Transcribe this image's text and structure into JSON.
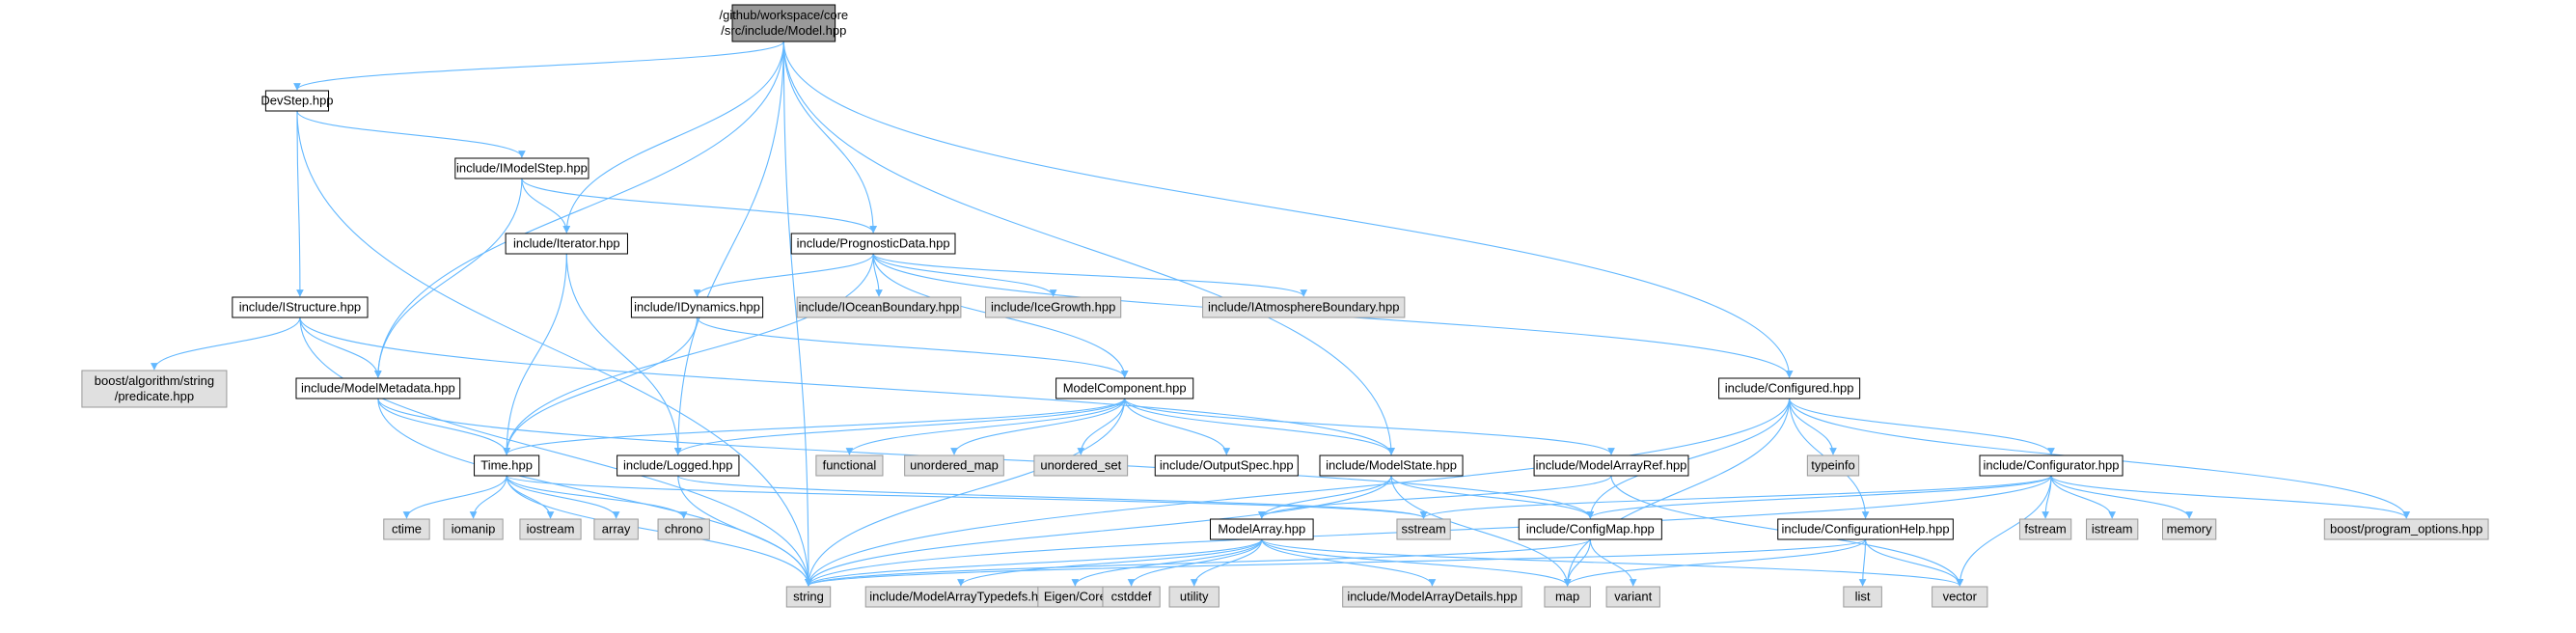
{
  "colors": {
    "edge": "#63b8ff",
    "root_fill": "#999999",
    "internal_fill": "#ffffff",
    "external_fill": "#e0e0e0",
    "internal_stroke": "#000000",
    "external_stroke": "#999999"
  },
  "nodes": [
    {
      "id": "model",
      "lines": [
        "/github/workspace/core",
        "/src/include/Model.hpp"
      ],
      "kind": "root"
    },
    {
      "id": "devstep",
      "lines": [
        "DevStep.hpp"
      ],
      "kind": "internal"
    },
    {
      "id": "imodelstep",
      "lines": [
        "include/IModelStep.hpp"
      ],
      "kind": "internal"
    },
    {
      "id": "iterator",
      "lines": [
        "include/Iterator.hpp"
      ],
      "kind": "internal"
    },
    {
      "id": "prognostic",
      "lines": [
        "include/PrognosticData.hpp"
      ],
      "kind": "internal"
    },
    {
      "id": "istructure",
      "lines": [
        "include/IStructure.hpp"
      ],
      "kind": "internal"
    },
    {
      "id": "boostalgo",
      "lines": [
        "boost/algorithm/string",
        "/predicate.hpp"
      ],
      "kind": "external"
    },
    {
      "id": "modelmetadata",
      "lines": [
        "include/ModelMetadata.hpp"
      ],
      "kind": "internal"
    },
    {
      "id": "idynamics",
      "lines": [
        "include/IDynamics.hpp"
      ],
      "kind": "internal"
    },
    {
      "id": "ioceanboundary",
      "lines": [
        "include/IOceanBoundary.hpp"
      ],
      "kind": "external"
    },
    {
      "id": "icegrowth",
      "lines": [
        "include/IceGrowth.hpp"
      ],
      "kind": "external"
    },
    {
      "id": "iatmosphere",
      "lines": [
        "include/IAtmosphereBoundary.hpp"
      ],
      "kind": "external"
    },
    {
      "id": "configured",
      "lines": [
        "include/Configured.hpp"
      ],
      "kind": "internal"
    },
    {
      "id": "modelcomponent",
      "lines": [
        "ModelComponent.hpp"
      ],
      "kind": "internal"
    },
    {
      "id": "time",
      "lines": [
        "Time.hpp"
      ],
      "kind": "internal"
    },
    {
      "id": "logged",
      "lines": [
        "include/Logged.hpp"
      ],
      "kind": "internal"
    },
    {
      "id": "functional",
      "lines": [
        "functional"
      ],
      "kind": "external"
    },
    {
      "id": "unordered_map",
      "lines": [
        "unordered_map"
      ],
      "kind": "external"
    },
    {
      "id": "unordered_set",
      "lines": [
        "unordered_set"
      ],
      "kind": "external"
    },
    {
      "id": "outputspec",
      "lines": [
        "include/OutputSpec.hpp"
      ],
      "kind": "internal"
    },
    {
      "id": "modelstate",
      "lines": [
        "include/ModelState.hpp"
      ],
      "kind": "internal"
    },
    {
      "id": "modelarrayref",
      "lines": [
        "include/ModelArrayRef.hpp"
      ],
      "kind": "internal"
    },
    {
      "id": "typeinfo",
      "lines": [
        "typeinfo"
      ],
      "kind": "external"
    },
    {
      "id": "configurator",
      "lines": [
        "include/Configurator.hpp"
      ],
      "kind": "internal"
    },
    {
      "id": "ctime",
      "lines": [
        "ctime"
      ],
      "kind": "external"
    },
    {
      "id": "iomanip",
      "lines": [
        "iomanip"
      ],
      "kind": "external"
    },
    {
      "id": "iostream",
      "lines": [
        "iostream"
      ],
      "kind": "external"
    },
    {
      "id": "array",
      "lines": [
        "array"
      ],
      "kind": "external"
    },
    {
      "id": "chrono",
      "lines": [
        "chrono"
      ],
      "kind": "external"
    },
    {
      "id": "sstream",
      "lines": [
        "sstream"
      ],
      "kind": "external"
    },
    {
      "id": "modelarray",
      "lines": [
        "ModelArray.hpp"
      ],
      "kind": "internal"
    },
    {
      "id": "configmap",
      "lines": [
        "include/ConfigMap.hpp"
      ],
      "kind": "internal"
    },
    {
      "id": "confighelp",
      "lines": [
        "include/ConfigurationHelp.hpp"
      ],
      "kind": "internal"
    },
    {
      "id": "fstream",
      "lines": [
        "fstream"
      ],
      "kind": "external"
    },
    {
      "id": "istream",
      "lines": [
        "istream"
      ],
      "kind": "external"
    },
    {
      "id": "memory",
      "lines": [
        "memory"
      ],
      "kind": "external"
    },
    {
      "id": "boostpo",
      "lines": [
        "boost/program_options.hpp"
      ],
      "kind": "external"
    },
    {
      "id": "string",
      "lines": [
        "string"
      ],
      "kind": "external"
    },
    {
      "id": "modelarraytypedefs",
      "lines": [
        "include/ModelArrayTypedefs.hpp"
      ],
      "kind": "external"
    },
    {
      "id": "eigencore",
      "lines": [
        "Eigen/Core"
      ],
      "kind": "external"
    },
    {
      "id": "cstddef",
      "lines": [
        "cstddef"
      ],
      "kind": "external"
    },
    {
      "id": "utility",
      "lines": [
        "utility"
      ],
      "kind": "external"
    },
    {
      "id": "modelarraydetails",
      "lines": [
        "include/ModelArrayDetails.hpp"
      ],
      "kind": "external"
    },
    {
      "id": "map",
      "lines": [
        "map"
      ],
      "kind": "external"
    },
    {
      "id": "variant",
      "lines": [
        "variant"
      ],
      "kind": "external"
    },
    {
      "id": "list",
      "lines": [
        "list"
      ],
      "kind": "external"
    },
    {
      "id": "vector",
      "lines": [
        "vector"
      ],
      "kind": "external"
    }
  ],
  "edges": [
    [
      "model",
      "devstep"
    ],
    [
      "model",
      "iterator"
    ],
    [
      "model",
      "prognostic"
    ],
    [
      "model",
      "modelmetadata"
    ],
    [
      "model",
      "configured"
    ],
    [
      "model",
      "modelstate"
    ],
    [
      "model",
      "logged"
    ],
    [
      "model",
      "string"
    ],
    [
      "devstep",
      "imodelstep"
    ],
    [
      "devstep",
      "istructure"
    ],
    [
      "devstep",
      "string"
    ],
    [
      "imodelstep",
      "iterator"
    ],
    [
      "imodelstep",
      "prognostic"
    ],
    [
      "imodelstep",
      "modelmetadata"
    ],
    [
      "iterator",
      "time"
    ],
    [
      "iterator",
      "logged"
    ],
    [
      "prognostic",
      "idynamics"
    ],
    [
      "prognostic",
      "ioceanboundary"
    ],
    [
      "prognostic",
      "icegrowth"
    ],
    [
      "prognostic",
      "iatmosphere"
    ],
    [
      "prognostic",
      "modelcomponent"
    ],
    [
      "prognostic",
      "configured"
    ],
    [
      "prognostic",
      "time"
    ],
    [
      "istructure",
      "boostalgo"
    ],
    [
      "istructure",
      "modelmetadata"
    ],
    [
      "istructure",
      "modelstate"
    ],
    [
      "istructure",
      "string"
    ],
    [
      "modelmetadata",
      "time"
    ],
    [
      "modelmetadata",
      "configmap"
    ],
    [
      "modelmetadata",
      "string"
    ],
    [
      "idynamics",
      "modelcomponent"
    ],
    [
      "idynamics",
      "time"
    ],
    [
      "modelcomponent",
      "time"
    ],
    [
      "modelcomponent",
      "logged"
    ],
    [
      "modelcomponent",
      "functional"
    ],
    [
      "modelcomponent",
      "unordered_map"
    ],
    [
      "modelcomponent",
      "unordered_set"
    ],
    [
      "modelcomponent",
      "outputspec"
    ],
    [
      "modelcomponent",
      "modelstate"
    ],
    [
      "modelcomponent",
      "modelarrayref"
    ],
    [
      "modelcomponent",
      "string"
    ],
    [
      "configured",
      "typeinfo"
    ],
    [
      "configured",
      "configurator"
    ],
    [
      "configured",
      "confighelp"
    ],
    [
      "configured",
      "configmap"
    ],
    [
      "configured",
      "boostpo"
    ],
    [
      "configured",
      "map"
    ],
    [
      "configured",
      "string"
    ],
    [
      "time",
      "ctime"
    ],
    [
      "time",
      "iomanip"
    ],
    [
      "time",
      "iostream"
    ],
    [
      "time",
      "array"
    ],
    [
      "time",
      "chrono"
    ],
    [
      "time",
      "sstream"
    ],
    [
      "time",
      "string"
    ],
    [
      "logged",
      "string"
    ],
    [
      "logged",
      "sstream"
    ],
    [
      "modelstate",
      "modelarray"
    ],
    [
      "modelstate",
      "configmap"
    ],
    [
      "modelstate",
      "map"
    ],
    [
      "modelstate",
      "string"
    ],
    [
      "modelarrayref",
      "modelarray"
    ],
    [
      "modelarrayref",
      "vector"
    ],
    [
      "configurator",
      "fstream"
    ],
    [
      "configurator",
      "istream"
    ],
    [
      "configurator",
      "memory"
    ],
    [
      "configurator",
      "boostpo"
    ],
    [
      "configurator",
      "configmap"
    ],
    [
      "configurator",
      "sstream"
    ],
    [
      "configurator",
      "string"
    ],
    [
      "configurator",
      "vector"
    ],
    [
      "modelarray",
      "string"
    ],
    [
      "modelarray",
      "modelarraytypedefs"
    ],
    [
      "modelarray",
      "eigencore"
    ],
    [
      "modelarray",
      "cstddef"
    ],
    [
      "modelarray",
      "utility"
    ],
    [
      "modelarray",
      "modelarraydetails"
    ],
    [
      "modelarray",
      "map"
    ],
    [
      "modelarray",
      "vector"
    ],
    [
      "configmap",
      "map"
    ],
    [
      "configmap",
      "variant"
    ],
    [
      "configmap",
      "string"
    ],
    [
      "confighelp",
      "list"
    ],
    [
      "confighelp",
      "vector"
    ],
    [
      "confighelp",
      "map"
    ],
    [
      "confighelp",
      "string"
    ]
  ]
}
